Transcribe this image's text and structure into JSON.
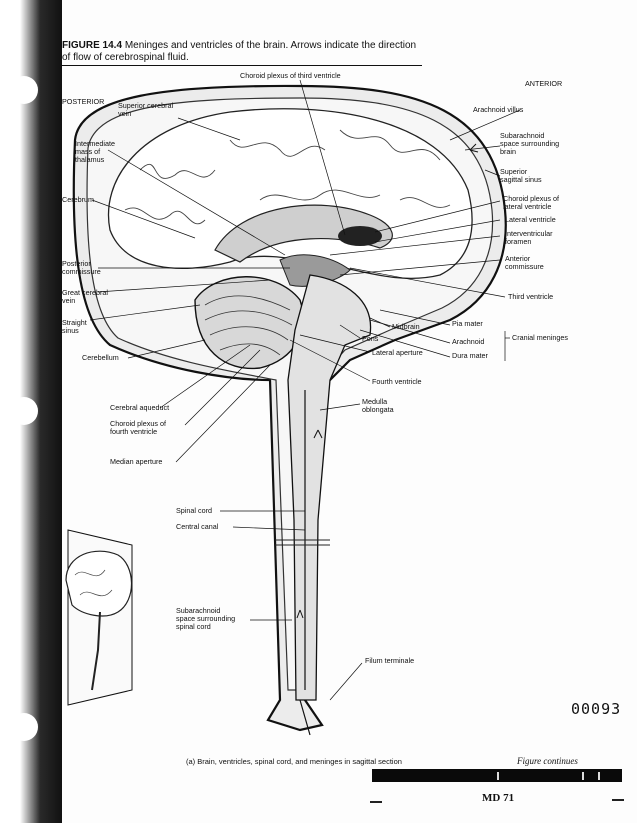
{
  "caption": {
    "number": "FIGURE 14.4",
    "text": "Meninges and ventricles of the brain. Arrows indicate the direction of flow of cerebrospinal fluid."
  },
  "labels": {
    "choroid_third": "Choroid plexus of third ventricle",
    "anterior": "ANTERIOR",
    "posterior": "POSTERIOR",
    "sup_cerebral_vein": "Superior cerebral\nvein",
    "arachnoid_villus": "Arachnoid villus",
    "subarachnoid_brain": "Subarachnoid\nspace surrounding\nbrain",
    "intermediate_mass": "Intermediate\nmass of\nthalamus",
    "sup_sagittal_sinus": "Superior\nsagittal sinus",
    "cerebrum": "Cerebrum",
    "choroid_lateral": "Choroid plexus of\nlateral ventricle",
    "lateral_ventricle": "Lateral ventricle",
    "interventricular_foramen": "Interventricular\nforamen",
    "anterior_commissure": "Anterior\ncommissure",
    "posterior_commissure": "Posterior\ncommissure",
    "great_cerebral_vein": "Great cerebral\nvein",
    "third_ventricle": "Third ventricle",
    "straight_sinus": "Straight\nsinus",
    "pia_mater": "Pia mater",
    "midbrain": "Midbrain",
    "cranial_meninges": "Cranial meninges",
    "arachnoid": "Arachnoid",
    "pons": "Pons",
    "lateral_aperture": "Lateral aperture",
    "dura_mater": "Dura mater",
    "cerebellum": "Cerebellum",
    "fourth_ventricle": "Fourth ventricle",
    "medulla": "Medulla\noblongata",
    "cerebral_aqueduct": "Cerebral aqueduct",
    "choroid_fourth": "Choroid plexus of\nfourth ventricle",
    "median_aperture": "Median aperture",
    "spinal_cord": "Spinal cord",
    "central_canal": "Central canal",
    "subarachnoid_spinal": "Subarachnoid\nspace surrounding\nspinal cord",
    "filum_terminale": "Filum terminale"
  },
  "bates_number": "00093",
  "subcaption": "(a) Brain, ventricles, spinal cord, and meninges in sagittal section",
  "continues": "Figure continues",
  "page_number": "MD 71"
}
